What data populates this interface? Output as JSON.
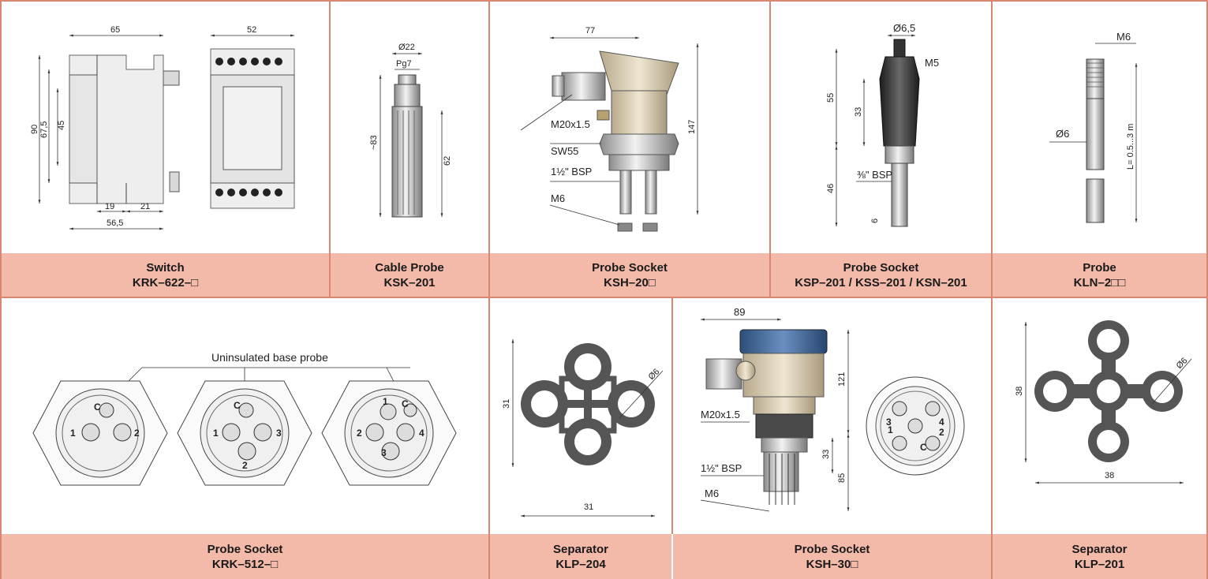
{
  "colors": {
    "border": "#d98673",
    "caption_bg": "#f3b9a9",
    "caption_text": "#1a1a1a"
  },
  "row1": [
    {
      "title": "Switch",
      "model": "KRK–622–□",
      "dims": [
        "65",
        "52",
        "90",
        "67,5",
        "45",
        "19",
        "21",
        "56,5"
      ]
    },
    {
      "title": "Cable Probe",
      "model": "KSK–201",
      "dims": [
        "Ø22",
        "Pg7",
        "~83",
        "62"
      ]
    },
    {
      "title": "Probe Socket",
      "model": "KSH–20□",
      "dims": [
        "77",
        "147",
        "M20x1.5",
        "SW55",
        "1½\" BSP",
        "M6"
      ]
    },
    {
      "title": "Probe Socket",
      "model": "KSP–201 / KSS–201 / KSN–201",
      "dims": [
        "Ø6,5",
        "M5",
        "55",
        "33",
        "46",
        "⅜\" BSP",
        "6"
      ]
    },
    {
      "title": "Probe",
      "model": "KLN–2□□",
      "dims": [
        "M6",
        "Ø6",
        "L= 0.5...3 m"
      ]
    }
  ],
  "row2": [
    {
      "title": "Probe Socket",
      "model": "KRK–512–□",
      "callout": "Uninsulated base probe",
      "pins": [
        "C",
        "1",
        "2",
        "C",
        "1",
        "3",
        "2",
        "1",
        "C",
        "2",
        "4",
        "3"
      ]
    },
    {
      "title": "Separator",
      "model": "KLP–204",
      "dims": [
        "31",
        "31",
        "Ø6"
      ]
    },
    {
      "title": "Probe Socket",
      "model": "KSH–30□",
      "dims": [
        "89",
        "121",
        "M20x1.5",
        "33",
        "1½\" BSP",
        "85",
        "M6"
      ],
      "pins": [
        "3",
        "4",
        "1",
        "2",
        "C"
      ]
    },
    {
      "title": "Separator",
      "model": "KLP–201",
      "dims": [
        "38",
        "38",
        "Ø6"
      ]
    }
  ]
}
